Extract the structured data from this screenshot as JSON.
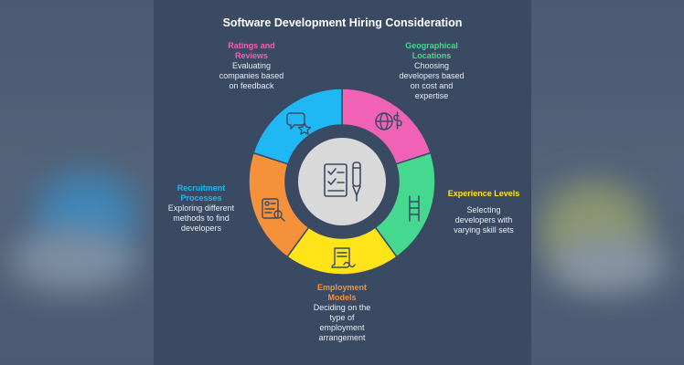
{
  "title": "Software Development Hiring Consideration",
  "colors": {
    "background": "#3a4a63",
    "ratings": "#f062b5",
    "geo": "#44d98f",
    "experience": "#ffe41a",
    "employment": "#f5913a",
    "recruitment": "#1fb8f5",
    "hub": "#d9d9d9",
    "icon": "#3a4a63"
  },
  "segments": [
    {
      "key": "ratings",
      "title": "Ratings and Reviews",
      "title_lines": [
        "Ratings and",
        "Reviews"
      ],
      "desc_lines": [
        "Evaluating",
        "companies based",
        "on feedback"
      ],
      "icon": "chat-star-icon"
    },
    {
      "key": "geo",
      "title": "Geographical Locations",
      "title_lines": [
        "Geographical",
        "Locations"
      ],
      "desc_lines": [
        "Choosing",
        "developers based",
        "on cost and",
        "expertise"
      ],
      "icon": "globe-dollar-icon"
    },
    {
      "key": "experience",
      "title": "Experience Levels",
      "title_lines": [
        "Experience Levels"
      ],
      "desc_lines": [
        "Selecting",
        "developers with",
        "varying skill sets"
      ],
      "icon": "ladder-icon"
    },
    {
      "key": "employment",
      "title": "Employment Models",
      "title_lines": [
        "Employment",
        "Models"
      ],
      "desc_lines": [
        "Deciding on the",
        "type of",
        "employment",
        "arrangement"
      ],
      "icon": "contract-icon"
    },
    {
      "key": "recruitment",
      "title": "Recruitment Processes",
      "title_lines": [
        "Recruitment",
        "Processes"
      ],
      "desc_lines": [
        "Exploring different",
        "methods to find",
        "developers"
      ],
      "icon": "resume-search-icon"
    }
  ],
  "hub_icon": "checklist-pen-icon"
}
